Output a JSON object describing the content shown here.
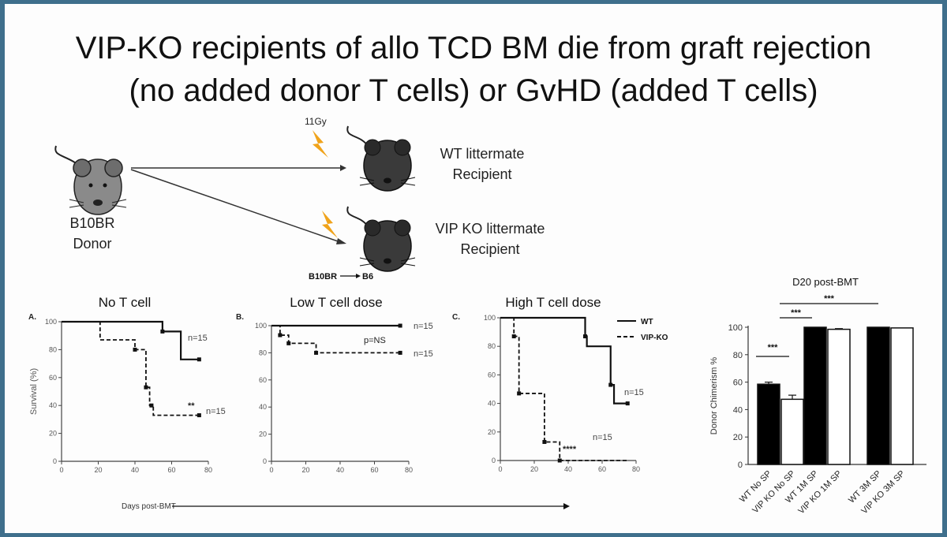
{
  "title": {
    "line1": "VIP-KO recipients of allo TCD BM die from graft rejection",
    "line2": "(no added donor T cells) or GvHD (added T cells)"
  },
  "schematic": {
    "donor_line1": "B10BR",
    "donor_line2": "Donor",
    "dose": "11Gy",
    "recipient_wt_line1": "WT littermate",
    "recipient_wt_line2": "Recipient",
    "recipient_ko_line1": "VIP KO littermate",
    "recipient_ko_line2": "Recipient",
    "strain_from": "B10BR",
    "strain_to": "B6"
  },
  "x_axis_caption": "Days post-BMT",
  "chart_data": [
    {
      "type": "line",
      "panel": "A.",
      "title": "No T cell",
      "ylabel": "Survival (%)",
      "xlim": [
        0,
        80
      ],
      "ylim": [
        0,
        100
      ],
      "xticks": [
        0,
        20,
        40,
        60,
        80
      ],
      "yticks": [
        0,
        20,
        40,
        60,
        80,
        100
      ],
      "series": [
        {
          "style": "solid",
          "points": [
            [
              0,
              100
            ],
            [
              55,
              100
            ],
            [
              55,
              93
            ],
            [
              65,
              93
            ],
            [
              65,
              73
            ],
            [
              75,
              73
            ]
          ],
          "censored": [
            [
              55,
              93
            ],
            [
              75,
              73
            ]
          ],
          "annotation": "n=15"
        },
        {
          "style": "dashed",
          "points": [
            [
              0,
              100
            ],
            [
              21,
              100
            ],
            [
              21,
              87
            ],
            [
              40,
              87
            ],
            [
              40,
              80
            ],
            [
              46,
              80
            ],
            [
              46,
              53
            ],
            [
              48,
              53
            ],
            [
              48,
              40
            ],
            [
              50,
              40
            ],
            [
              50,
              33
            ],
            [
              75,
              33
            ]
          ],
          "censored": [
            [
              40,
              80
            ],
            [
              46,
              53
            ],
            [
              49,
              40
            ],
            [
              75,
              33
            ]
          ],
          "annotation": "n=15"
        }
      ],
      "significance": "**"
    },
    {
      "type": "line",
      "panel": "B.",
      "title": "Low T cell dose",
      "xlim": [
        0,
        80
      ],
      "ylim": [
        0,
        100
      ],
      "xticks": [
        0,
        20,
        40,
        60,
        80
      ],
      "yticks": [
        0,
        20,
        40,
        60,
        80,
        100
      ],
      "series": [
        {
          "style": "solid",
          "points": [
            [
              0,
              100
            ],
            [
              75,
              100
            ]
          ],
          "censored": [
            [
              75,
              100
            ]
          ],
          "annotation": "n=15"
        },
        {
          "style": "dashed",
          "points": [
            [
              0,
              100
            ],
            [
              5,
              100
            ],
            [
              5,
              93
            ],
            [
              10,
              93
            ],
            [
              10,
              87
            ],
            [
              26,
              87
            ],
            [
              26,
              80
            ],
            [
              75,
              80
            ]
          ],
          "censored": [
            [
              5,
              93
            ],
            [
              10,
              87
            ],
            [
              26,
              80
            ],
            [
              75,
              80
            ]
          ],
          "annotation": "n=15"
        }
      ],
      "significance": "p=NS"
    },
    {
      "type": "line",
      "panel": "C.",
      "title": "High T cell dose",
      "xlim": [
        0,
        80
      ],
      "ylim": [
        0,
        100
      ],
      "xticks": [
        0,
        20,
        40,
        60,
        80
      ],
      "yticks": [
        0,
        20,
        40,
        60,
        80,
        100
      ],
      "legend": [
        "WT",
        "VIP-KO"
      ],
      "series": [
        {
          "name": "WT",
          "style": "solid",
          "points": [
            [
              0,
              100
            ],
            [
              50,
              100
            ],
            [
              50,
              87
            ],
            [
              51,
              87
            ],
            [
              51,
              80
            ],
            [
              65,
              80
            ],
            [
              65,
              53
            ],
            [
              67,
              53
            ],
            [
              67,
              40
            ],
            [
              75,
              40
            ]
          ],
          "censored": [
            [
              50,
              87
            ],
            [
              65,
              53
            ],
            [
              75,
              40
            ]
          ],
          "annotation": "n=15"
        },
        {
          "name": "VIP-KO",
          "style": "dashed",
          "points": [
            [
              0,
              100
            ],
            [
              8,
              100
            ],
            [
              8,
              87
            ],
            [
              11,
              87
            ],
            [
              11,
              47
            ],
            [
              26,
              47
            ],
            [
              26,
              13
            ],
            [
              35,
              13
            ],
            [
              35,
              0
            ],
            [
              75,
              0
            ]
          ],
          "censored": [
            [
              8,
              87
            ],
            [
              11,
              47
            ],
            [
              26,
              13
            ],
            [
              35,
              0
            ]
          ],
          "annotation": "n=15"
        }
      ],
      "significance": "****"
    },
    {
      "type": "bar",
      "title": "D20 post-BMT",
      "ylabel": "Donor Chimerism %",
      "ylim": [
        0,
        100
      ],
      "yticks": [
        0,
        20,
        40,
        60,
        80,
        100
      ],
      "categories": [
        "WT No SP",
        "VIP KO No SP",
        "WT 1M SP",
        "VIP KO 1M SP",
        "WT 3M SP",
        "VIP KO 3M SP"
      ],
      "values": [
        58.5,
        47.5,
        100,
        98.5,
        100,
        99.5
      ],
      "errors": [
        1.5,
        3,
        0,
        0.5,
        0,
        0
      ],
      "fills": [
        "#000000",
        "#ffffff",
        "#000000",
        "#ffffff",
        "#000000",
        "#ffffff"
      ],
      "significance": [
        {
          "label": "***",
          "from": 0,
          "to": 1
        },
        {
          "label": "***",
          "from": 1,
          "to": 2
        },
        {
          "label": "***",
          "from": 1,
          "to": 4
        }
      ]
    }
  ]
}
